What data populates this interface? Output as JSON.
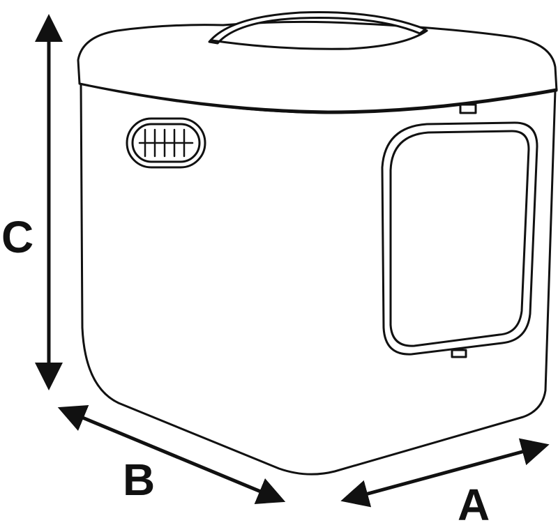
{
  "diagram": {
    "dimension_labels": {
      "height": "C",
      "depth": "B",
      "width": "A"
    },
    "line_color": "#111111",
    "fill_color": "#ffffff"
  }
}
